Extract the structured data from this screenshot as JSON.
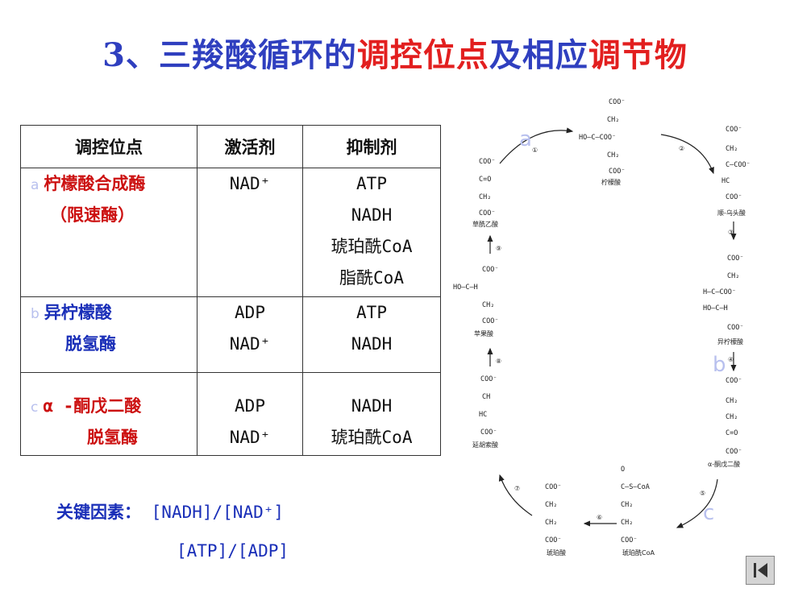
{
  "title": {
    "prefix": "3、三羧酸循环的",
    "mid1": "调控位点",
    "mid2": "及相应",
    "mid3": "调节物"
  },
  "table": {
    "headers": [
      "调控位点",
      "激活剂",
      "抑制剂"
    ],
    "rows": [
      {
        "label": "a",
        "site": [
          "柠檬酸合成酶",
          "（限速酶）"
        ],
        "activators": [
          "NAD⁺"
        ],
        "inhibitors": [
          "ATP",
          "NADH",
          "琥珀酰CoA",
          "脂酰CoA"
        ]
      },
      {
        "label": "b",
        "site": [
          "异柠檬酸",
          "脱氢酶"
        ],
        "activators": [
          "ADP",
          "NAD⁺"
        ],
        "inhibitors": [
          "ATP",
          "NADH"
        ]
      },
      {
        "label": "c",
        "site": [
          "α -酮戊二酸",
          "脱氢酶"
        ],
        "activators": [
          "ADP",
          "NAD⁺"
        ],
        "inhibitors": [
          "NADH",
          "琥珀酰CoA"
        ]
      }
    ]
  },
  "key_factors": {
    "label": "关键因素：",
    "ratio1": "[NADH]/[NAD⁺]",
    "ratio2": "[ATP]/[ADP]"
  },
  "cycle": {
    "site_labels": [
      "a",
      "b",
      "c"
    ],
    "steps": [
      "①",
      "②",
      "③",
      "④",
      "⑤",
      "⑥",
      "⑦",
      "⑧",
      "⑨"
    ],
    "metabolites": [
      "柠檬酸",
      "顺-乌头酸",
      "异柠檬酸",
      "α-酮戊二酸",
      "琥珀酰CoA",
      "琥珀酸",
      "延胡索酸",
      "苹果酸",
      "草酰乙酸"
    ]
  },
  "colors": {
    "title_blue": "#2f3fbf",
    "title_red": "#e21f1f",
    "enzyme_red": "#cc1111",
    "enzyme_blue": "#1a2fb8",
    "site_label": "#b8c0ee"
  },
  "nav": {
    "icon": "back-to-first-icon"
  }
}
